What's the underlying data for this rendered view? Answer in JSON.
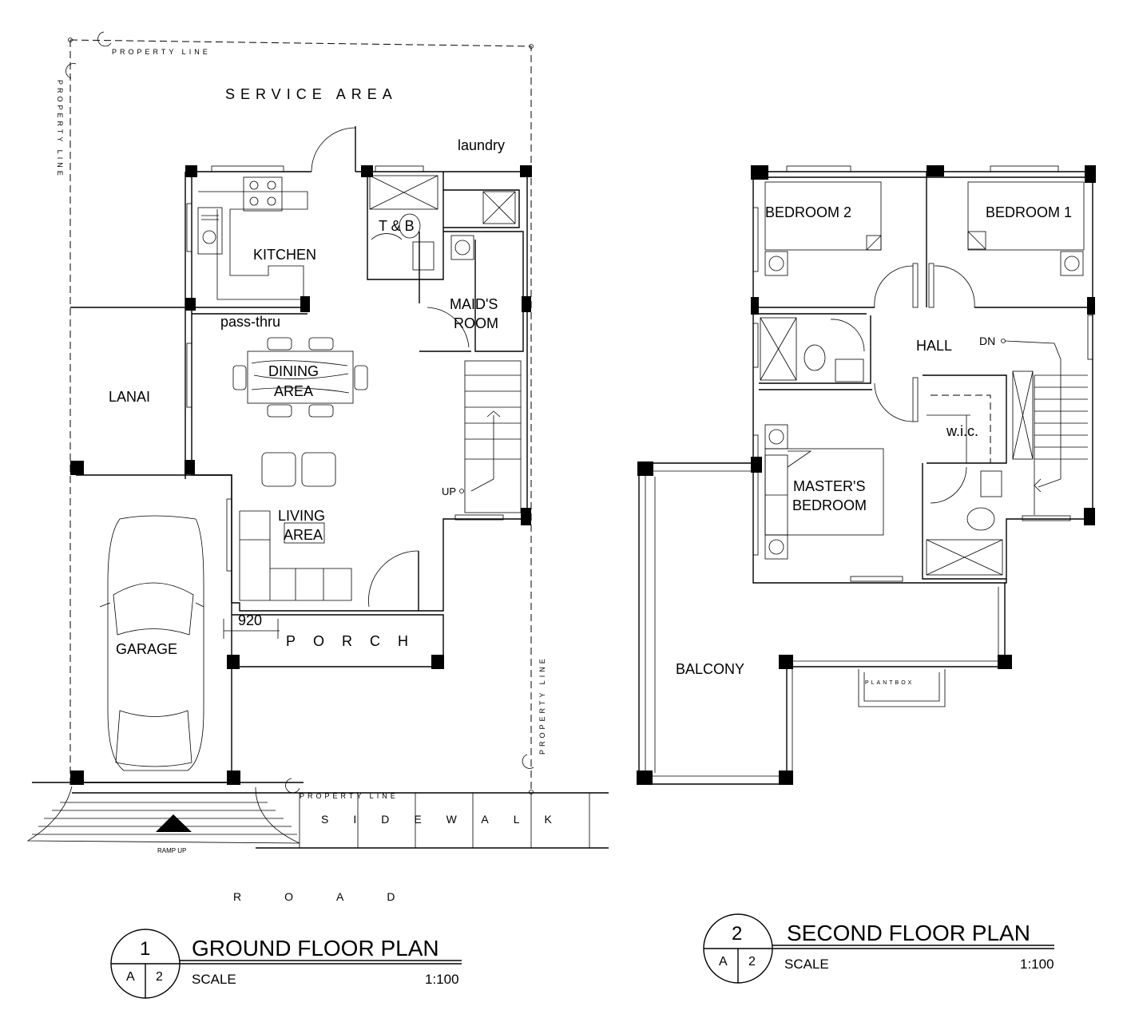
{
  "ground": {
    "property_line_top": "PROPERTY LINE",
    "property_line_left": "PROPERTY LINE",
    "property_line_right": "PROPERTY LINE",
    "property_line_bottom": "PROPERTY LINE",
    "service_area": "SERVICE AREA",
    "laundry": "laundry",
    "kitchen": "KITCHEN",
    "tb": "T & B",
    "maids_room_line1": "MAID'S",
    "maids_room_line2": "ROOM",
    "pass_thru": "pass-thru",
    "dining_line1": "DINING",
    "dining_line2": "AREA",
    "lanai": "LANAI",
    "living_line1": "LIVING",
    "living_line2": "AREA",
    "up": "UP",
    "dimension": "920",
    "porch": "PORCH",
    "garage": "GARAGE",
    "sidewalk": "SIDEWALK",
    "ramp_up": "RAMP UP",
    "road": "ROAD"
  },
  "second": {
    "bedroom2": "BEDROOM 2",
    "bedroom1": "BEDROOM 1",
    "hall": "HALL",
    "dn": "DN",
    "wic": "w.i.c.",
    "masters_line1": "MASTER'S",
    "masters_line2": "BEDROOM",
    "balcony": "BALCONY",
    "plantbox": "PLANTBOX"
  },
  "titles": {
    "ground": {
      "number": "1",
      "sheet_a": "A",
      "sheet_b": "2",
      "name": "GROUND FLOOR PLAN",
      "scale_label": "SCALE",
      "scale_value": "1:100"
    },
    "second": {
      "number": "2",
      "sheet_a": "A",
      "sheet_b": "2",
      "name": "SECOND FLOOR PLAN",
      "scale_label": "SCALE",
      "scale_value": "1:100"
    }
  }
}
